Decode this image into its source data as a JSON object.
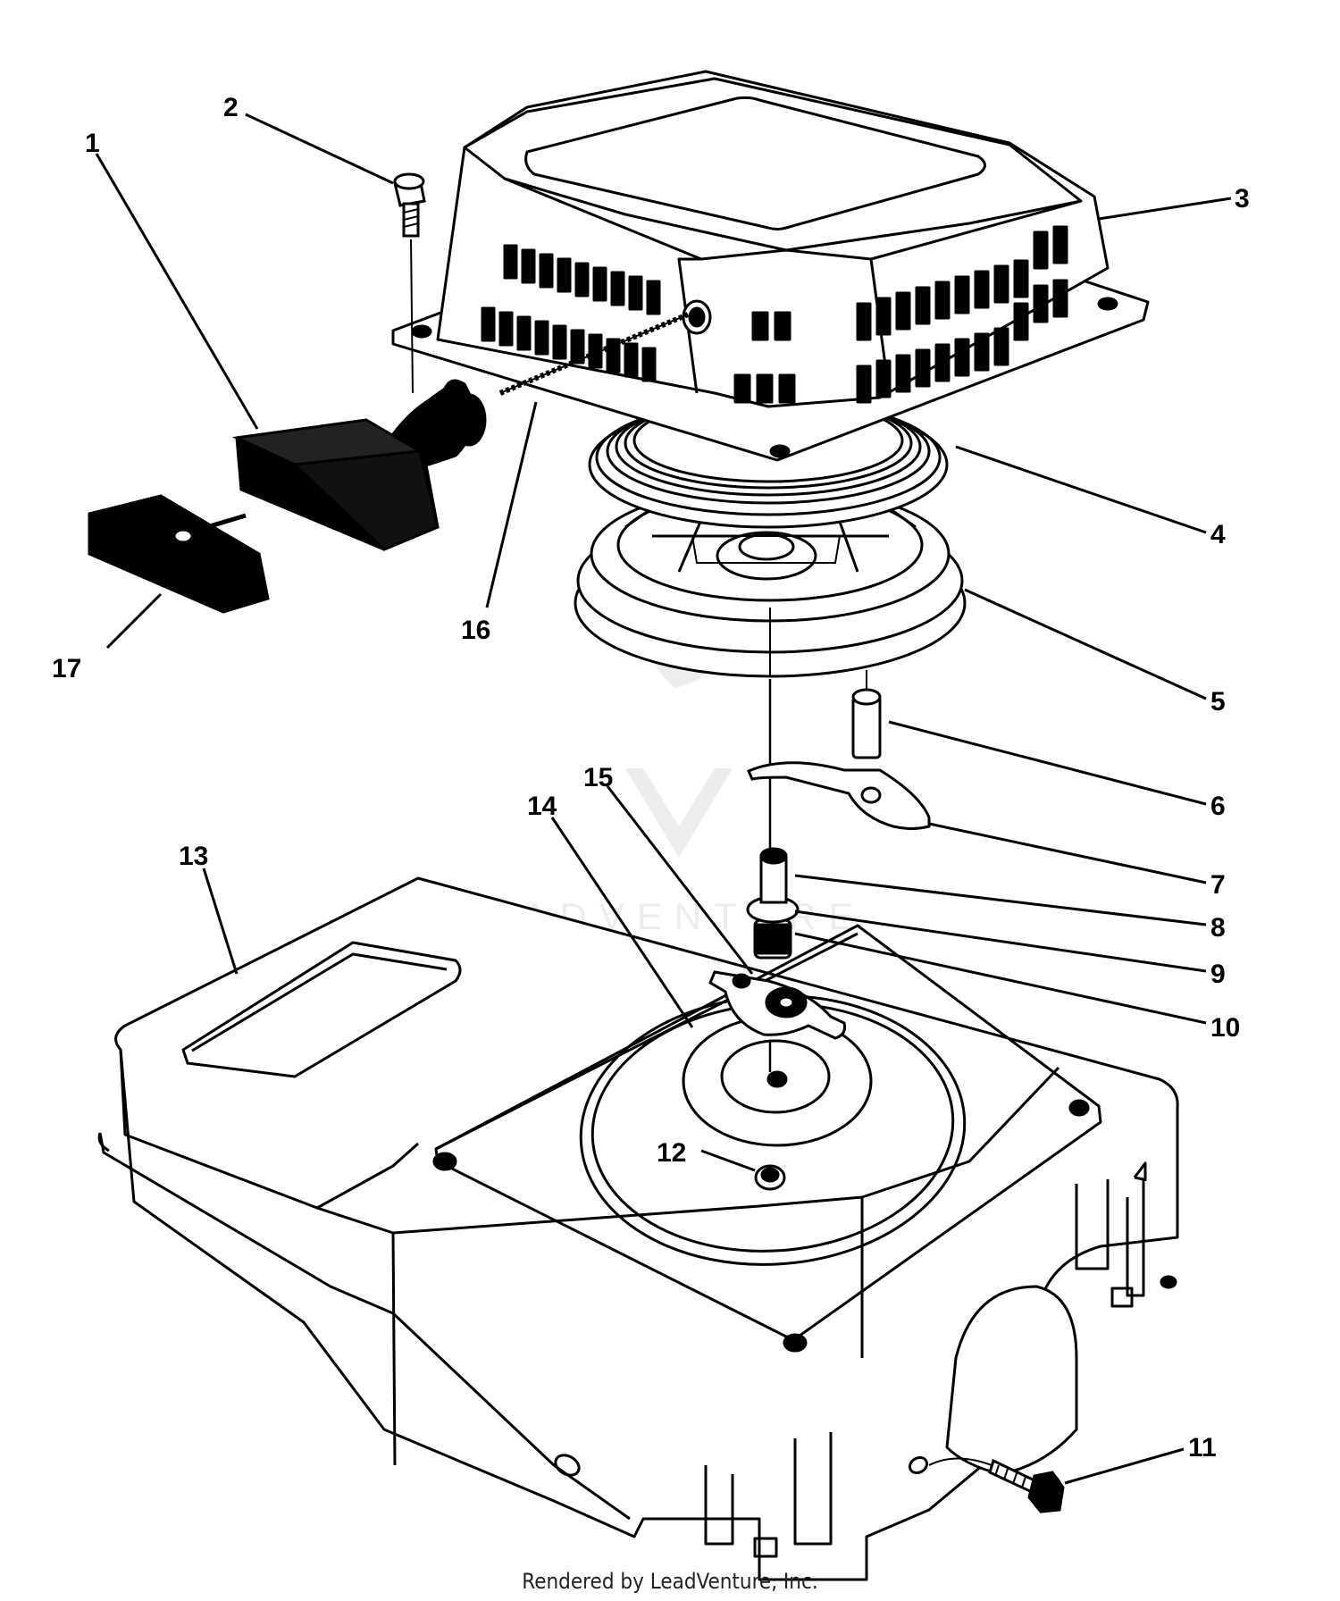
{
  "labels": {
    "p1": "1",
    "p2": "2",
    "p3": "3",
    "p4": "4",
    "p5": "5",
    "p6": "6",
    "p7": "7",
    "p8": "8",
    "p9": "9",
    "p10": "10",
    "p11": "11",
    "p12": "12",
    "p13": "13",
    "p14": "14",
    "p15": "15",
    "p16": "16",
    "p17": "17"
  },
  "watermark": {
    "text": "LEADVENTURE"
  },
  "footer": {
    "text": "Rendered by LeadVenture, Inc."
  },
  "colors": {
    "ink": "#000000",
    "paper": "#ffffff"
  }
}
